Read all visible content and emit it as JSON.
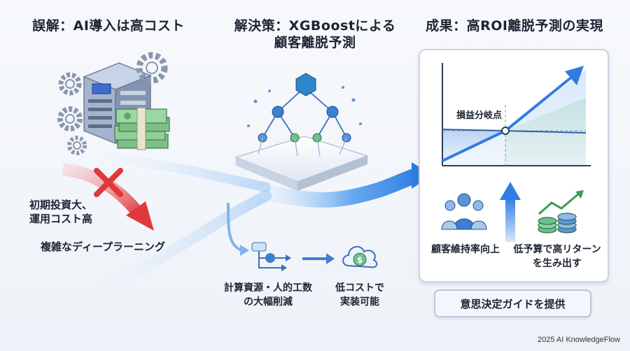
{
  "headings": {
    "left": "誤解：AI導入は高コスト",
    "center_line1": "解決策：XGBoostによる",
    "center_line2": "顧客離脱予測",
    "right": "成果：高ROI離脱予測の実現"
  },
  "left": {
    "cost_line1": "初期投資大、",
    "cost_line2": "運用コスト高",
    "deep_learning": "複雑なディープラーニング"
  },
  "center": {
    "resource_line1": "計算資源・人的工数",
    "resource_line2": "の大幅削減",
    "lowcost_line1": "低コストで",
    "lowcost_line2": "実装可能"
  },
  "right": {
    "breakeven": "損益分岐点",
    "retention": "顧客維持率向上",
    "return_line1": "低予算で高リターン",
    "return_line2": "を生み出す",
    "guide_button": "意思決定ガイドを提供"
  },
  "icons": [
    "server-icon",
    "gear-icon",
    "money-icon",
    "cross-icon",
    "tree-icon",
    "flow-icon",
    "cloud-dollar-icon",
    "people-icon",
    "coins-growth-icon"
  ],
  "colors": {
    "accent_blue": "#2f7de1",
    "cost_red": "#e0383a",
    "growth_green": "#6cc18a"
  },
  "footer": "2025 AI KnowledgeFlow"
}
